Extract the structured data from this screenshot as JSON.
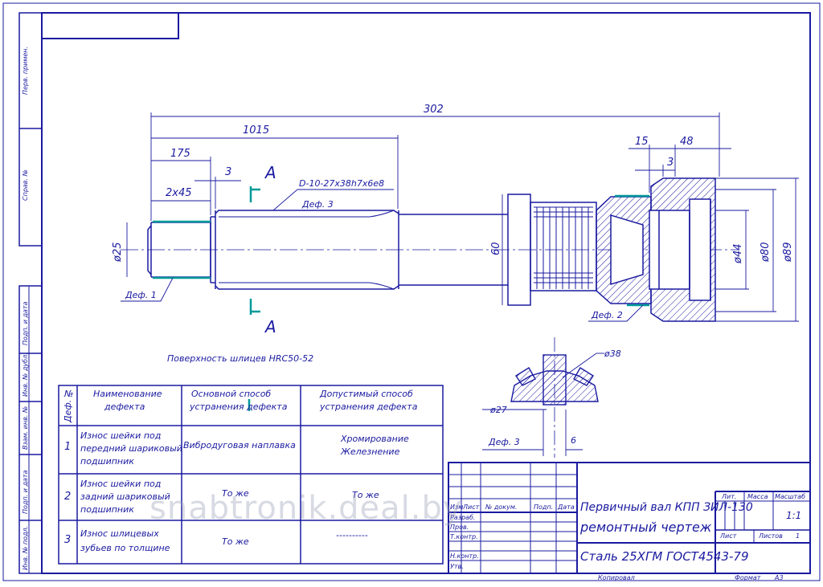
{
  "frame": {
    "side_labels": [
      "Перв. примен.",
      "Справ. №",
      "Подп. и дата",
      "Инв. № дубл.",
      "Взам. инв. №",
      "Подп. и дата",
      "Инв. № подл."
    ]
  },
  "dimensions": {
    "overall": "302",
    "d1015": "1015",
    "d175": "175",
    "chamfer": "2x45",
    "d3_left": "3",
    "d15": "15",
    "d48": "48",
    "d3_right": "3",
    "dia25": "ø25",
    "d60": "60",
    "dia44": "ø44",
    "dia80": "ø80",
    "dia89": "ø89",
    "spline": "D-10-27x38h7x6e8",
    "section_a": "A",
    "d38": "ø38",
    "d27": "ø27",
    "d6": "6"
  },
  "defects": {
    "def1": "Деф. 1",
    "def2": "Деф. 2",
    "def3_top": "Деф. 3",
    "def3_bottom": "Деф. 3"
  },
  "surface_note": "Поверхность шлицев HRC50-52",
  "defect_table": {
    "headers": {
      "num_top": "№",
      "num_bottom": "Деф.",
      "name_1": "Наименование",
      "name_2": "дефекта",
      "main_1": "Основной способ",
      "main_2": "устранения дефекта",
      "alt_1": "Допустимый способ",
      "alt_2": "устранения дефекта"
    },
    "rows": [
      {
        "num": "1",
        "name": [
          "Износ шейки под",
          "передний шариковый",
          "подшипник"
        ],
        "main": "Вибродуговая наплавка",
        "alt": [
          "Хромирование",
          "Железнение"
        ]
      },
      {
        "num": "2",
        "name": [
          "Износ шейки под",
          "задний шариковый",
          "подшипник"
        ],
        "main": "То же",
        "alt": [
          "То же"
        ]
      },
      {
        "num": "3",
        "name": [
          "Износ шлицевых",
          "зубьев по толщине"
        ],
        "main": "То же",
        "alt": [
          "----------"
        ]
      }
    ]
  },
  "title_block": {
    "title_1": "Первичный вал КПП ЗИЛ-130",
    "title_2": "ремонтный чертеж",
    "material": "Сталь 25ХГМ ГОСТ4543-79",
    "col_izm": "Изм",
    "col_list": "Лист",
    "col_doc": "№ докум.",
    "col_sign": "Подп.",
    "col_date": "Дата",
    "razrab": "Разраб.",
    "prov": "Пров.",
    "tkontr": "Т.контр.",
    "nkontr": "Н.контр.",
    "utv": "Утв.",
    "lit": "Лит.",
    "massa": "Масса",
    "masshtab": "Масштаб",
    "scale": "1:1",
    "sheet": "Лист",
    "sheets": "Листов",
    "sheets_count": "1"
  },
  "footer": {
    "copied": "Копировал",
    "format": "Формат",
    "format_value": "А3"
  },
  "watermark": "snabtronik.deal.by"
}
